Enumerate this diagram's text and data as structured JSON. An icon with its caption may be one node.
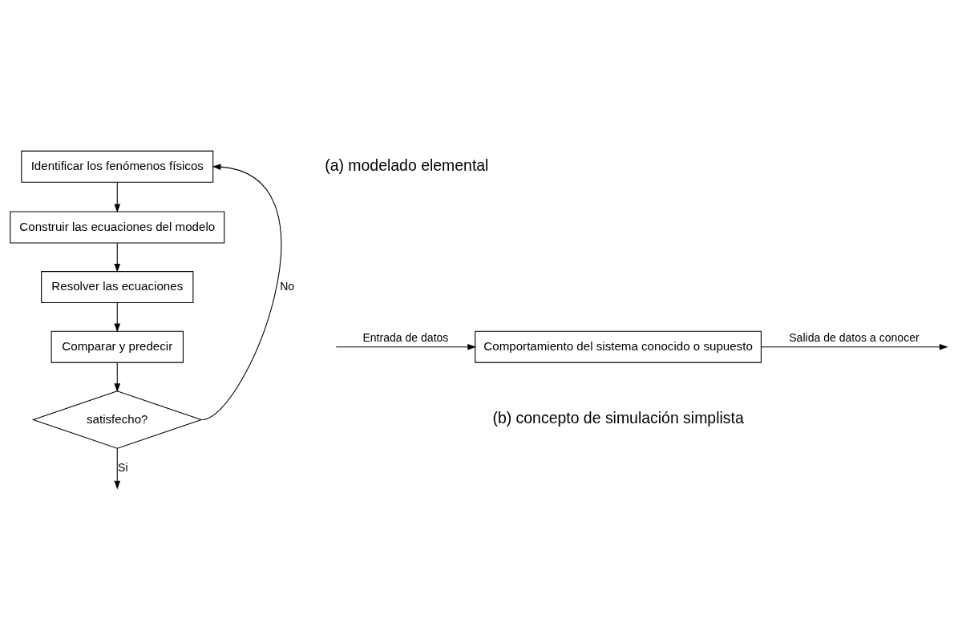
{
  "diagram": {
    "nodes": [
      {
        "text": [
          "Identificar los fenómenos físicos"
        ]
      },
      {
        "text": [
          "Construir las ecuaciones del modelo"
        ]
      },
      {
        "text": [
          "Resolver las ecuaciones"
        ]
      },
      {
        "text": [
          "Comparar y predecir"
        ]
      },
      {
        "text": [
          "satisfecho?"
        ]
      },
      {
        "text": [
          "Comportamiento del sistema conocido o supuesto"
        ]
      }
    ],
    "edges": [
      {
        "from": 0,
        "to": 1,
        "arrow": "to"
      },
      {
        "from": 1,
        "to": 2,
        "arrow": "to"
      },
      {
        "from": 2,
        "to": 3,
        "arrow": "to"
      },
      {
        "from": 3,
        "to": 4,
        "arrow": "to"
      },
      {
        "from": 4,
        "to": 0,
        "arrow": "to",
        "label": "No"
      },
      {
        "from": 4,
        "to": null,
        "arrow": "to",
        "label": "Si"
      },
      {
        "from": 5,
        "to": null,
        "arrow": "to",
        "label": "Salida de datos a conocer"
      },
      {
        "from": null,
        "to": 5,
        "arrow": "to",
        "label": "Entrada de datos"
      }
    ],
    "labels": [
      "(a) modelado elemental",
      "(b) concepto de simulación simplista"
    ]
  }
}
